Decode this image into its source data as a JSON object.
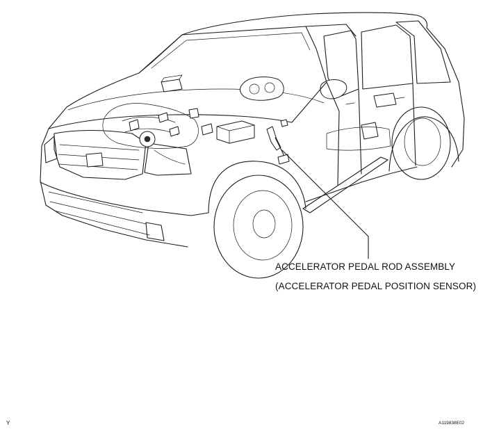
{
  "callout": {
    "line1": "ACCELERATOR PEDAL ROD ASSEMBLY",
    "line2": "(ACCELERATOR PEDAL POSITION SENSOR)"
  },
  "corner": {
    "left": "Y",
    "right": "A119838E02"
  },
  "colors": {
    "line": "#1a1a1a",
    "background": "#ffffff"
  }
}
